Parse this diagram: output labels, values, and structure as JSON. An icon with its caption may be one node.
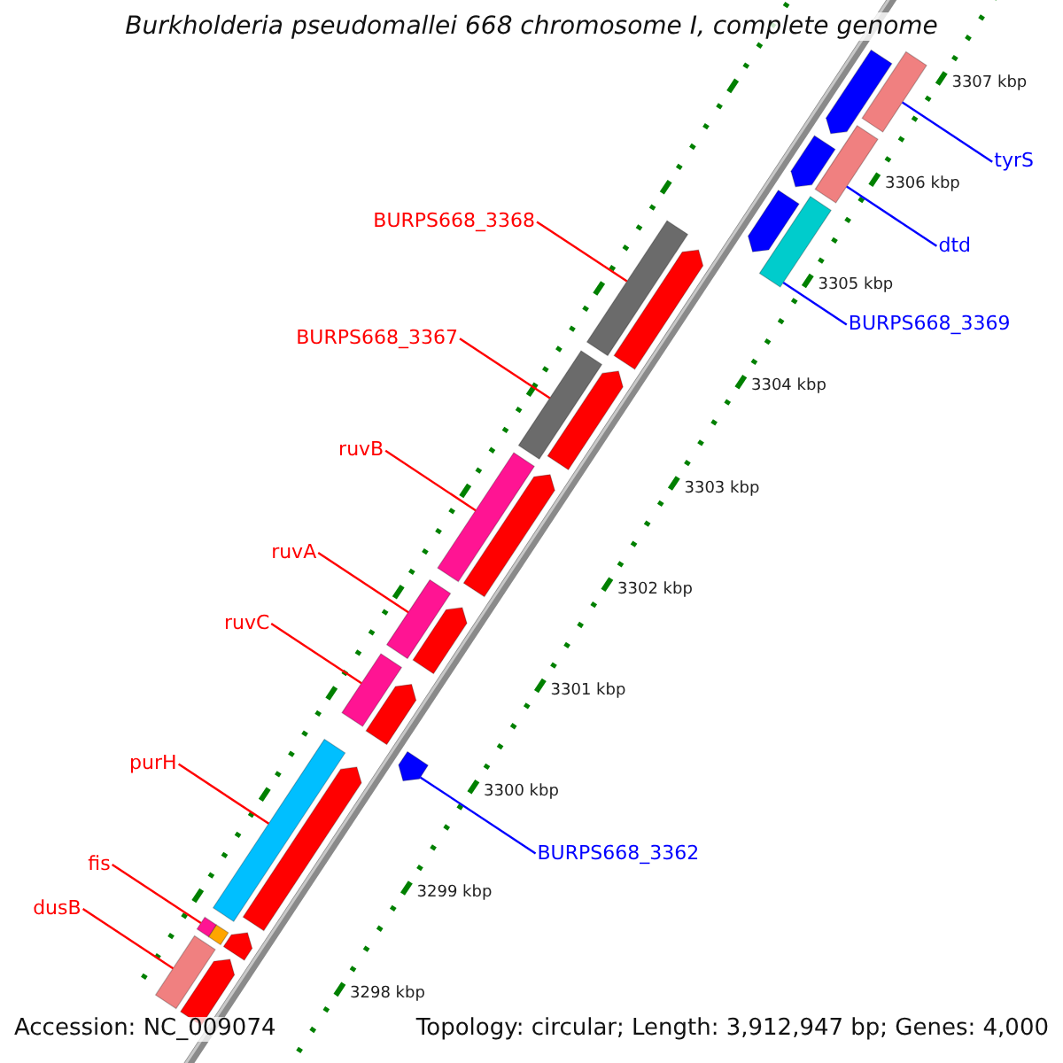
{
  "diagram": {
    "title": "Burkholderia pseudomallei 668 chromosome I, complete genome",
    "nodes": [
      {
        "text": [
          "BURPS668_3368"
        ]
      },
      {
        "text": [
          "BURPS668_3367"
        ]
      },
      {
        "text": [
          "ruvB"
        ]
      },
      {
        "text": [
          "ruvA"
        ]
      },
      {
        "text": [
          "ruvC"
        ]
      },
      {
        "text": [
          "purH"
        ]
      },
      {
        "text": [
          "fis"
        ]
      },
      {
        "text": [
          "dusB"
        ]
      },
      {
        "text": [
          "tyrS"
        ]
      },
      {
        "text": [
          "dtd"
        ]
      },
      {
        "text": [
          "BURPS668_3369"
        ]
      },
      {
        "text": [
          "BURPS668_3362"
        ]
      },
      {
        "text": [],
        "shape": "bar"
      },
      {
        "text": [],
        "shape": "bar"
      },
      {
        "text": [],
        "shape": "bar"
      },
      {
        "text": [],
        "shape": "bar"
      },
      {
        "text": [],
        "shape": "bar"
      },
      {
        "text": [],
        "shape": "bar"
      },
      {
        "text": [],
        "shape": "bar"
      },
      {
        "text": [],
        "shape": "bar"
      },
      {
        "text": [],
        "shape": "bar"
      },
      {
        "text": [],
        "shape": "bar"
      },
      {
        "text": [],
        "shape": "bar"
      },
      {
        "text": [],
        "shape": "bar"
      },
      {
        "text": [],
        "shape": "bar"
      },
      {
        "text": [],
        "shape": "bar"
      },
      {
        "text": [],
        "shape": "bar"
      },
      {
        "text": [],
        "shape": "bar"
      },
      {
        "text": [],
        "shape": "bar"
      },
      {
        "text": [],
        "shape": "bar"
      },
      {
        "text": [],
        "shape": "bar"
      },
      {
        "text": [],
        "shape": "bar"
      },
      {
        "text": [],
        "shape": "bar"
      },
      {
        "text": [],
        "shape": "bar"
      },
      {
        "text": [],
        "shape": "bar"
      },
      {
        "text": [],
        "shape": "bar"
      }
    ],
    "edges": [
      {
        "from": 0,
        "to": 12,
        "arrow": "none"
      },
      {
        "from": 1,
        "to": 13,
        "arrow": "none"
      },
      {
        "from": 2,
        "to": 14,
        "arrow": "none"
      },
      {
        "from": 3,
        "to": 15,
        "arrow": "none"
      },
      {
        "from": 4,
        "to": 16,
        "arrow": "none"
      },
      {
        "from": 5,
        "to": 17,
        "arrow": "none"
      },
      {
        "from": 6,
        "to": 18,
        "arrow": "none"
      },
      {
        "from": 7,
        "to": 19,
        "arrow": "none"
      },
      {
        "from": 8,
        "to": 20,
        "arrow": "none",
        "color": "#0000ff"
      },
      {
        "from": 9,
        "to": 21,
        "arrow": "none",
        "color": "#0000ff"
      },
      {
        "from": 10,
        "to": 22,
        "arrow": "none",
        "color": "#0000ff"
      },
      {
        "from": 11,
        "to": 23,
        "arrow": "none",
        "color": "#0000ff"
      }
    ],
    "labels": [
      "3307 kbp",
      "3306 kbp",
      "3305 kbp",
      "3304 kbp",
      "3303 kbp",
      "3302 kbp",
      "3301 kbp",
      "3300 kbp",
      "3299 kbp",
      "3298 kbp",
      "Accession: NC_009074",
      "Topology: circular; Length: 3,912,947 bp; Genes: 4,000"
    ]
  }
}
